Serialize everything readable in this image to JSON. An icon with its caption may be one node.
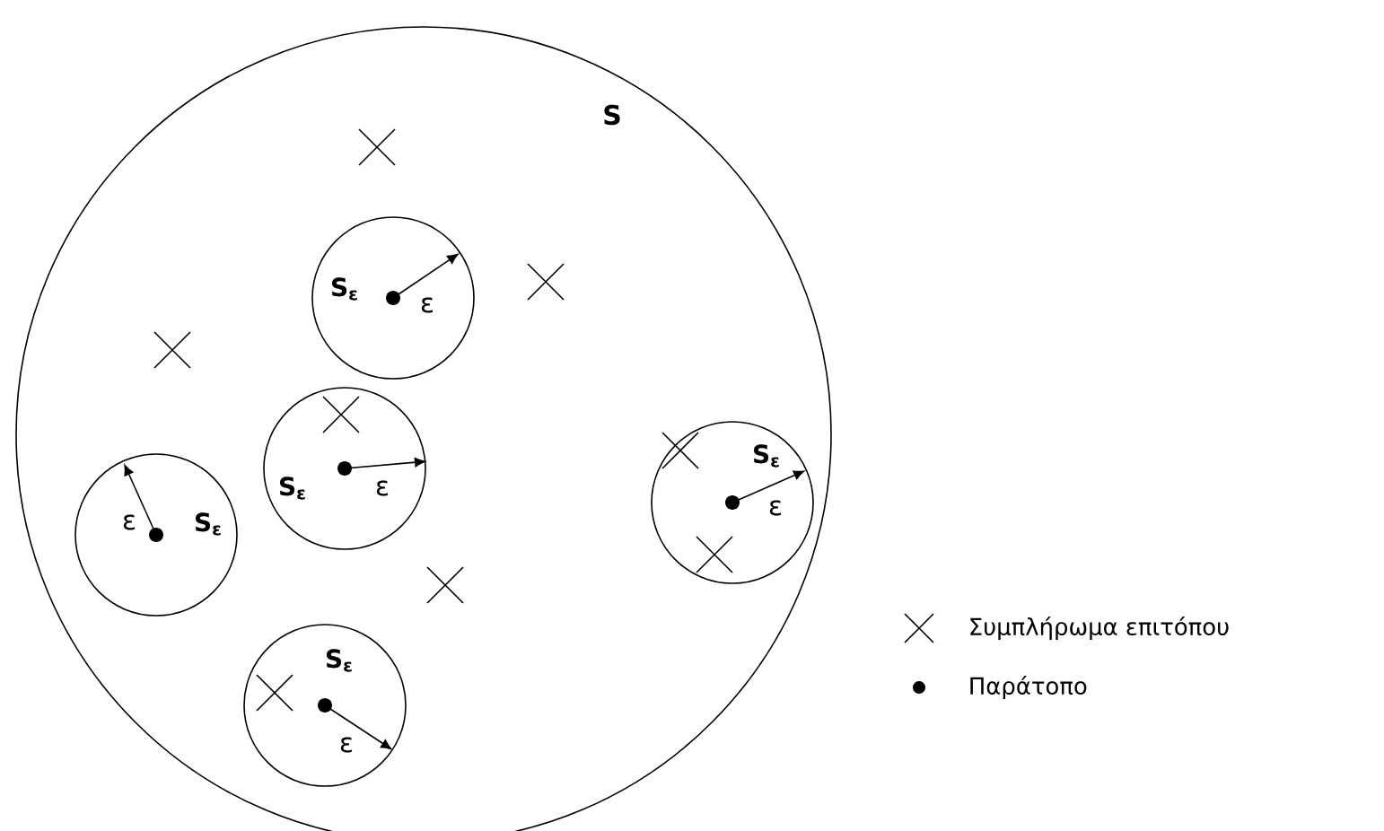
{
  "diagram": {
    "nodes": [
      {
        "text": [
          "S"
        ]
      },
      {
        "text": [
          "S$_{ε}$",
          "ε"
        ],
        "in": 0
      },
      {
        "text": [
          "S$_{ε}$",
          "ε"
        ],
        "in": 0
      },
      {
        "text": [
          "ε",
          "S$_{ε}$"
        ],
        "in": 0
      },
      {
        "text": [
          "S$_{ε}$",
          "ε"
        ],
        "in": 0
      },
      {
        "text": [
          "S$_{ε}$",
          "ε"
        ],
        "in": 0
      }
    ],
    "legend": [
      {
        "text": "Συμπλήρωμα επιτόπου"
      },
      {
        "text": "Παράτοπο"
      }
    ]
  }
}
